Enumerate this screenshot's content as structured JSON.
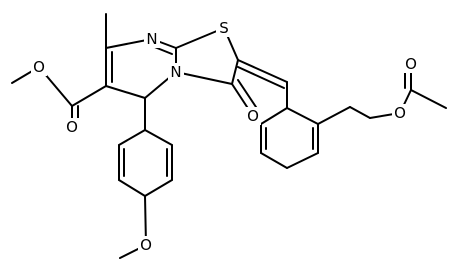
{
  "atoms": {
    "ring_n": "N",
    "fused_n": "N",
    "thiazole_s": "S",
    "keto_o": "O",
    "ester_carbonyl_o": "O",
    "ester_ether_o": "O",
    "methoxy_o": "O",
    "acetoxy_ether_o": "O",
    "acetyl_carbonyl_o": "O"
  },
  "colors": {
    "ink": "#000000",
    "background": "#ffffff"
  }
}
